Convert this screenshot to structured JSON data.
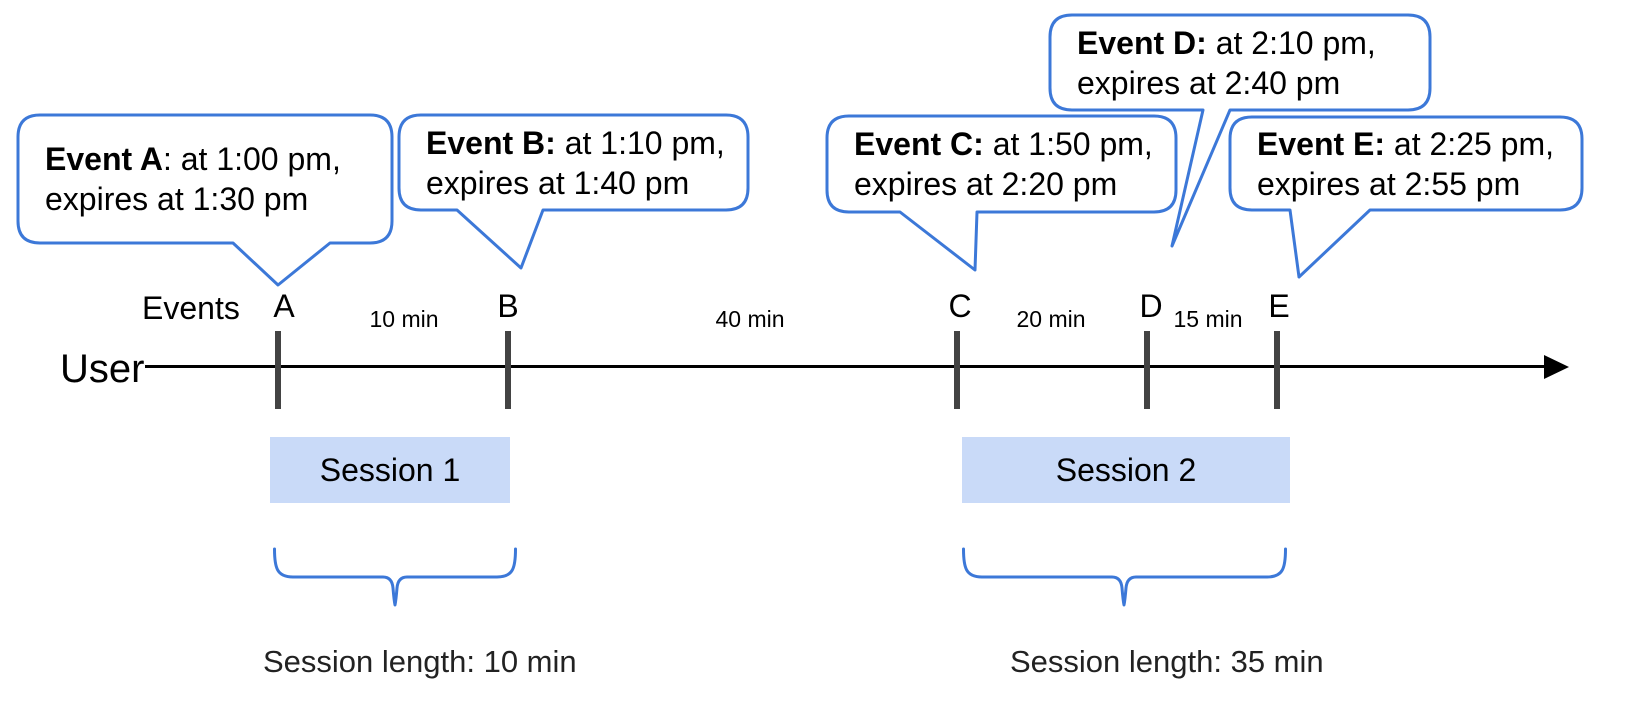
{
  "colors": {
    "accent_blue": "#3C78D8",
    "session_fill": "#C9DAF8",
    "tick_gray": "#434343",
    "axis_black": "#000000"
  },
  "timeline": {
    "row_label": "User",
    "events_label": "Events",
    "event_marks": [
      {
        "label": "A"
      },
      {
        "label": "B"
      },
      {
        "label": "C"
      },
      {
        "label": "D"
      },
      {
        "label": "E"
      }
    ],
    "gap_labels": [
      "10 min",
      "40 min",
      "20 min",
      "15 min"
    ]
  },
  "callouts": [
    {
      "bold": "Event A",
      "rest": ": at 1:00 pm,",
      "line2": "expires at 1:30 pm"
    },
    {
      "bold": "Event B:",
      "rest": " at 1:10 pm,",
      "line2": "expires at 1:40 pm"
    },
    {
      "bold": "Event C:",
      "rest": " at 1:50 pm,",
      "line2": "expires at 2:20 pm"
    },
    {
      "bold": "Event D:",
      "rest": " at 2:10 pm,",
      "line2": "expires at 2:40 pm"
    },
    {
      "bold": "Event E:",
      "rest": " at 2:25 pm,",
      "line2": "expires at 2:55 pm"
    }
  ],
  "sessions": [
    {
      "box_label": "Session 1",
      "length_label": "Session length: 10 min"
    },
    {
      "box_label": "Session 2",
      "length_label": "Session length: 35 min"
    }
  ]
}
